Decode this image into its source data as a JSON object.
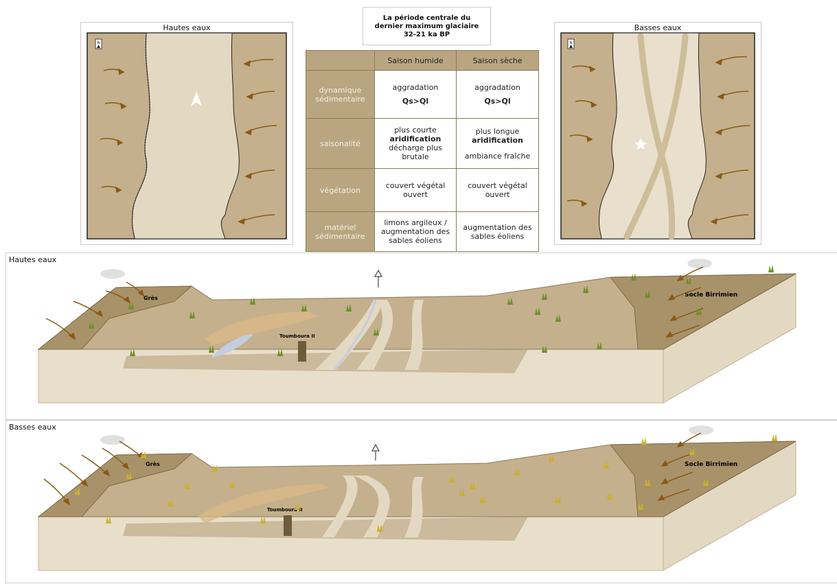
{
  "title_box": {
    "line1": "La période centrale du",
    "line2": "dernier maximum glaciaire",
    "line3": "32-21 ka BP"
  },
  "map_left": {
    "title": "Hautes eaux",
    "north": "N"
  },
  "map_right": {
    "title": "Basses eaux",
    "north": "N"
  },
  "table": {
    "headers": [
      "",
      "Saison humide",
      "Saison sèche"
    ],
    "rows": [
      {
        "label": "dynamique sédimentaire",
        "humide": {
          "text": "aggradation",
          "bold": "Qs>Ql"
        },
        "seche": {
          "text": "aggradation",
          "bold": "Qs>Ql"
        }
      },
      {
        "label": "saisonalité",
        "humide": {
          "l1": "plus courte",
          "bold": "aridification",
          "l3": "décharge plus brutale"
        },
        "seche": {
          "l1": "plus longue",
          "bold": "aridification",
          "l3": "ambiance fraîche"
        }
      },
      {
        "label": "végétation",
        "humide": "couvert végétal ouvert",
        "seche": "couvert végétal ouvert"
      },
      {
        "label": "matériel sédimentaire",
        "humide": "limons argileux / augmentation des sables éoliens",
        "seche": "augmentation des sables éoliens"
      }
    ]
  },
  "block_top": {
    "label": "Hautes eaux",
    "left_rock": "Grès",
    "right_rock": "Socle Birrimien",
    "site": "Toumboura II"
  },
  "block_bottom": {
    "label": "Basses eaux",
    "left_rock": "Grès",
    "right_rock": "Socle Birrimien",
    "site": "Toumboura II"
  },
  "colors": {
    "terrain": "#c4b08c",
    "terrace": "#a8926a",
    "sand": "#e3d9c2",
    "front": "#e8dfcb",
    "arrow": "#8a5a14",
    "water": "#c3cde0",
    "table_header": "#b9a680"
  }
}
